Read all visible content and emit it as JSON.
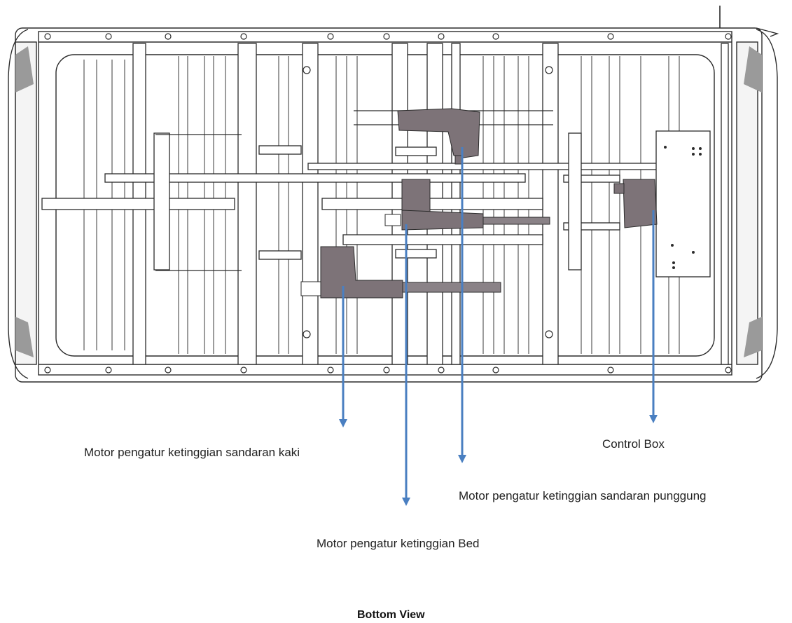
{
  "labels": {
    "foot_motor": "Motor pengatur ketinggian sandaran kaki",
    "control_box": "Control Box",
    "back_motor": "Motor pengatur ketinggian sandaran  punggung",
    "bed_motor": "Motor pengatur ketinggian Bed"
  },
  "view_title": "Bottom View",
  "colors": {
    "frame_stroke": "#2b2b2b",
    "motor_fill": "#7d7378",
    "arrow": "#4a7fc1"
  }
}
